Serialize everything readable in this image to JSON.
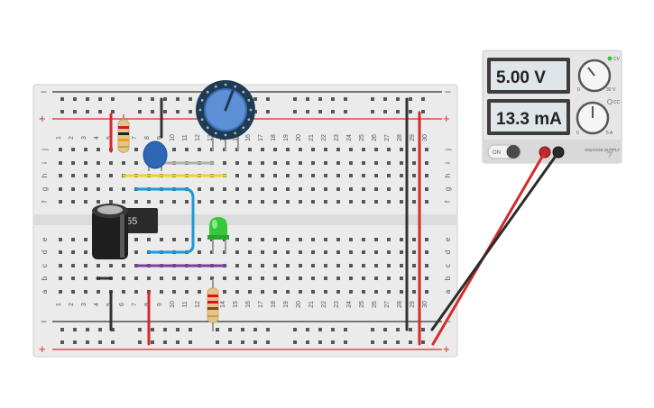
{
  "breadboard": {
    "columns": 30,
    "rows_top": [
      "j",
      "i",
      "h",
      "g",
      "f"
    ],
    "rows_bottom": [
      "e",
      "d",
      "c",
      "b",
      "a"
    ],
    "rail_plus": "+",
    "rail_minus": "−"
  },
  "power_supply": {
    "voltage": "5.00 V",
    "current": "13.3 mA",
    "on_label": "ON",
    "knob_v_min": "0",
    "knob_v_max": "30 V",
    "knob_i_min": "0",
    "knob_i_max": "5 A",
    "cv_label": "CV",
    "cc_label": "CC",
    "brand": "VOLTAGE SUPPLY"
  },
  "chip": {
    "label": "55"
  },
  "colors": {
    "board": "#ebebeb",
    "rail_red": "#d22b2b",
    "rail_black": "#333333",
    "wire_blue": "#1a9bd7",
    "wire_yellow": "#f2d21b",
    "wire_purple": "#7b3fa0",
    "wire_gray": "#b0b0b0",
    "led_green": "#35c83a",
    "pot_blue": "#5b8fd6",
    "cap_blue": "#2d67b5",
    "lcd_bg": "#dfe6ea"
  }
}
